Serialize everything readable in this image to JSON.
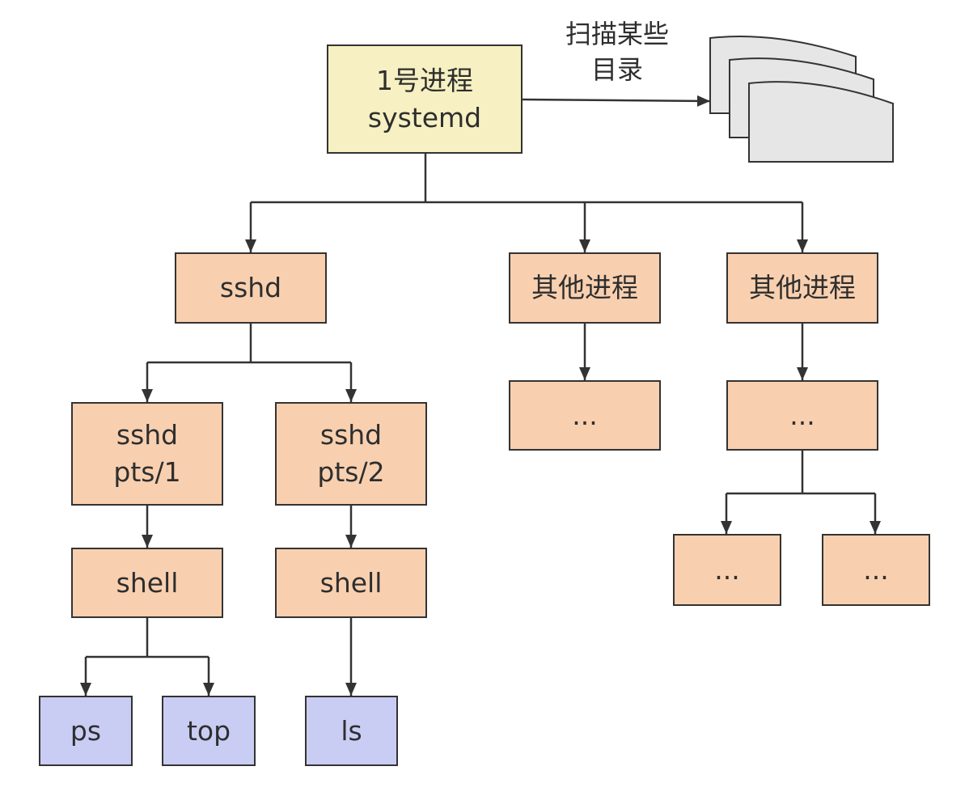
{
  "root": {
    "line1": "1号进程",
    "line2": "systemd"
  },
  "scan_label": {
    "line1": "扫描某些",
    "line2": "目录"
  },
  "nodes": {
    "sshd": "sshd",
    "other1": "其他进程",
    "other2": "其他进程",
    "sshd_pts1": {
      "line1": "sshd",
      "line2": "pts/1"
    },
    "sshd_pts2": {
      "line1": "sshd",
      "line2": "pts/2"
    },
    "other1_child": "...",
    "other2_child": "...",
    "shell1": "shell",
    "shell2": "shell",
    "other2_grandchild1": "...",
    "other2_grandchild2": "...",
    "ps": "ps",
    "top": "top",
    "ls": "ls"
  },
  "colors": {
    "root_fill": "#f6f0c2",
    "process_fill": "#f8d0b0",
    "command_fill": "#c9cdf4",
    "document_fill": "#e6e6e6",
    "stroke": "#333333"
  },
  "icons": {
    "directories": "stacked-documents-icon"
  }
}
